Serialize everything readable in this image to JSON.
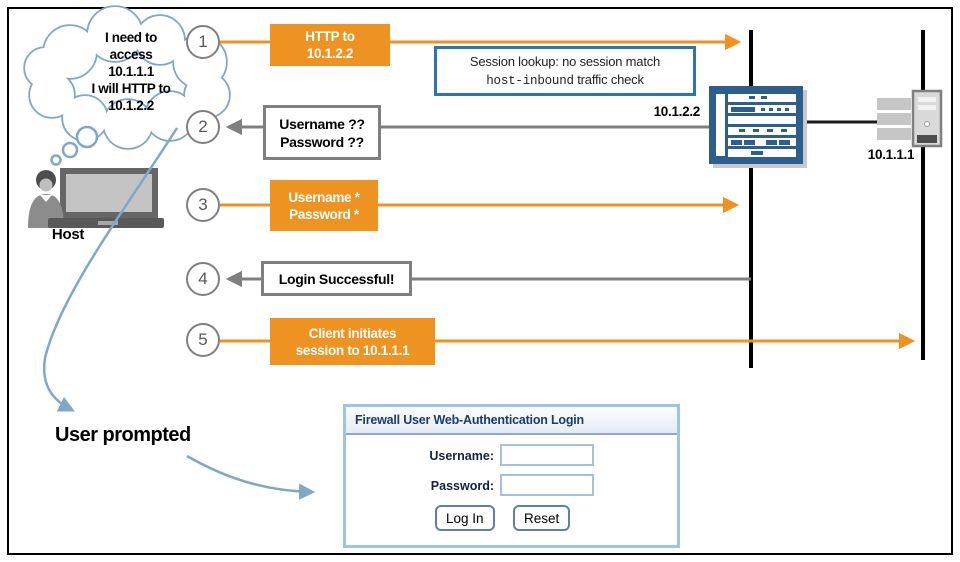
{
  "diagram": {
    "thought_bubble": {
      "lines": [
        "I need to",
        "access",
        "10.1.1.1",
        "I will HTTP to",
        "10.1.2.2"
      ]
    },
    "host_label": "Host",
    "user_prompted_label": "User prompted",
    "firewall_ip": "10.1.2.2",
    "server_ip": "10.1.1.1",
    "session_note": {
      "line1": "Session lookup: no session match",
      "code": "host-inbound",
      "line2_rest": " traffic check"
    },
    "steps": [
      {
        "number": "1",
        "color": "orange",
        "direction": "right",
        "lines": [
          "HTTP to",
          "10.1.2.2"
        ]
      },
      {
        "number": "2",
        "color": "gray",
        "direction": "left",
        "lines": [
          "Username ??",
          "Password ??"
        ]
      },
      {
        "number": "3",
        "color": "orange",
        "direction": "right",
        "lines": [
          "Username *",
          "Password *"
        ]
      },
      {
        "number": "4",
        "color": "gray",
        "direction": "left",
        "lines": [
          "Login Successful!"
        ]
      },
      {
        "number": "5",
        "color": "orange",
        "direction": "right",
        "lines": [
          "Client initiates",
          "session to 10.1.1.1"
        ]
      }
    ],
    "login_form": {
      "title": "Firewall User Web-Authentication Login",
      "username_label": "Username:",
      "password_label": "Password:",
      "username_value": "",
      "password_value": "",
      "login_button": "Log In",
      "reset_button": "Reset"
    },
    "colors": {
      "step_orange": "#EE9321",
      "box_gray_border": "#7F7F7F",
      "note_blue_border": "#2E74B5",
      "device_blue": "#2E5E8E",
      "arrow_blue": "#7FA8C8",
      "form_border_blue": "#9DC3E6",
      "form_title_navy": "#1F3C61"
    }
  }
}
